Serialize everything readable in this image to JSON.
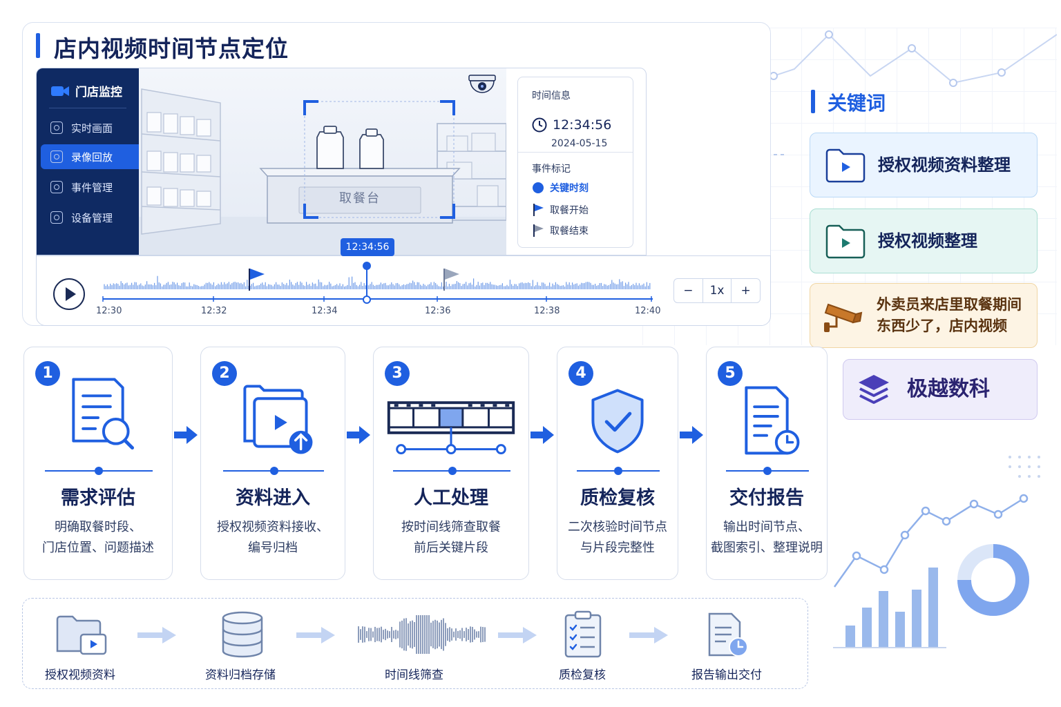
{
  "page_title": "店内视频时间节点定位",
  "monitor": {
    "sidebar_title": "门店监控",
    "menu": [
      {
        "label": "实时画面",
        "active": false
      },
      {
        "label": "录像回放",
        "active": true
      },
      {
        "label": "事件管理",
        "active": false
      },
      {
        "label": "设备管理",
        "active": false
      }
    ],
    "counter_label": "取餐台",
    "time_info_label": "时间信息",
    "time": "12:34:56",
    "date": "2024-05-15",
    "event_marks_label": "事件标记",
    "events": [
      {
        "label": "关键时刻",
        "color": "#1f5fe0"
      },
      {
        "label": "取餐开始",
        "color": "#1f5fe0"
      },
      {
        "label": "取餐结束",
        "color": "#8a94a8"
      }
    ]
  },
  "timeline": {
    "cursor_time": "12:34:56",
    "ticks": [
      "12:30",
      "12:32",
      "12:34",
      "12:36",
      "12:38",
      "12:40"
    ],
    "speed": "1x",
    "minus": "−",
    "plus": "+"
  },
  "keywords": {
    "title": "关键词",
    "cards": [
      {
        "text": "授权视频资料整理",
        "bg": "#eaf4ff",
        "border": "#b9d8f6",
        "icon_color": "#1f5fe0"
      },
      {
        "text": "授权视频整理",
        "bg": "#e6f6f3",
        "border": "#a8ded2",
        "icon_color": "#1c7a6f"
      },
      {
        "line1": "外卖员来店里取餐期间",
        "line2": "东西少了，店内视频",
        "bg": "#fdf4e4",
        "border": "#f0d5a4",
        "icon_color": "#b46a1e"
      },
      {
        "text": "极越数科",
        "bg": "#efedfb",
        "border": "#cfc9ef",
        "icon_color": "#4a3fb8"
      }
    ]
  },
  "steps": [
    {
      "num": "1",
      "title": "需求评估",
      "desc1": "明确取餐时段、",
      "desc2": "门店位置、问题描述"
    },
    {
      "num": "2",
      "title": "资料进入",
      "desc1": "授权视频资料接收、",
      "desc2": "编号归档"
    },
    {
      "num": "3",
      "title": "人工处理",
      "desc1": "按时间线筛查取餐",
      "desc2": "前后关键片段"
    },
    {
      "num": "4",
      "title": "质检复核",
      "desc1": "二次核验时间节点",
      "desc2": "与片段完整性"
    },
    {
      "num": "5",
      "title": "交付报告",
      "desc1": "输出时间节点、",
      "desc2": "截图索引、整理说明"
    }
  ],
  "flow": [
    "授权视频资料",
    "资料归档存储",
    "时间线筛查",
    "质检复核",
    "报告输出交付"
  ],
  "colors": {
    "primary": "#1f5fe0",
    "navy": "#0f2a63"
  }
}
